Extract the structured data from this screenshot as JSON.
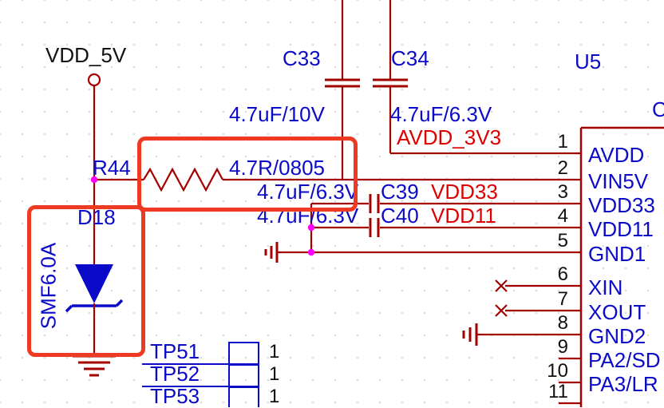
{
  "colors": {
    "wire": "#A40000",
    "blue": "#0A0AC8",
    "net": "#DE0000",
    "highlight": "#EE3A23",
    "junction": "#FF00FF",
    "grid": "#DCDCDC"
  },
  "power_port": {
    "label": "VDD_5V"
  },
  "capacitors": [
    {
      "ref": "C33",
      "value": "4.7uF/10V"
    },
    {
      "ref": "C34",
      "value": "4.7uF/6.3V"
    },
    {
      "ref": "C39",
      "value": "4.7uF/6.3V"
    },
    {
      "ref": "C40",
      "value": "4.7uF/6.3V"
    }
  ],
  "resistor": {
    "ref": "R44",
    "value": "4.7R/0805"
  },
  "diode": {
    "ref": "D18",
    "value": "SMF6.0A"
  },
  "net_labels": {
    "avdd": "AVDD_3V3",
    "vdd33": "VDD33",
    "vdd11": "VDD11"
  },
  "ic": {
    "ref": "U5",
    "partial_text": "C",
    "pins": [
      {
        "number": "1",
        "name": "AVDD"
      },
      {
        "number": "2",
        "name": "VIN5V"
      },
      {
        "number": "3",
        "name": "VDD33"
      },
      {
        "number": "4",
        "name": "VDD11"
      },
      {
        "number": "5",
        "name": "GND1"
      },
      {
        "number": "6",
        "name": "XIN"
      },
      {
        "number": "7",
        "name": "XOUT"
      },
      {
        "number": "8",
        "name": "GND2"
      },
      {
        "number": "9",
        "name": "PA2/SD"
      },
      {
        "number": "10",
        "name": "PA3/LR"
      },
      {
        "number": "11",
        "name": ""
      }
    ]
  },
  "test_points": [
    {
      "ref": "TP51",
      "pin": "1"
    },
    {
      "ref": "TP52",
      "pin": "1"
    },
    {
      "ref": "TP53",
      "pin": "1"
    }
  ]
}
